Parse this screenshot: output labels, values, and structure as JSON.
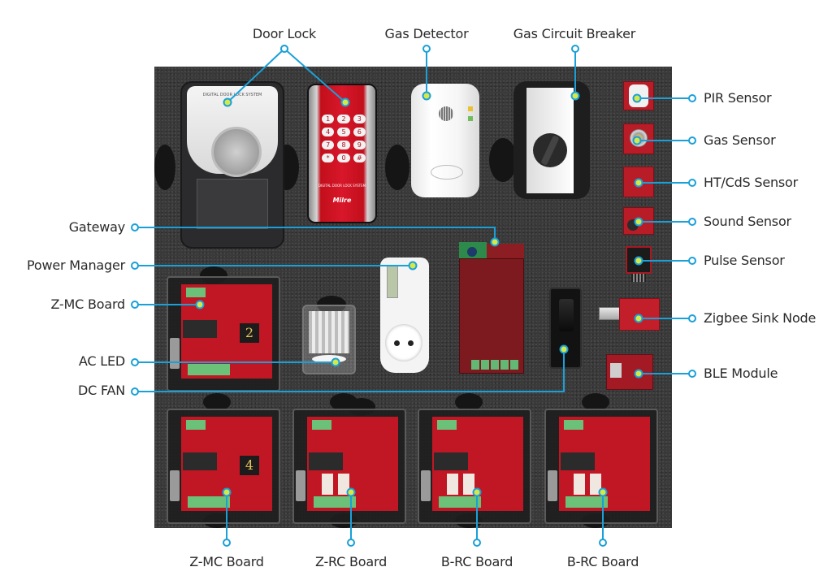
{
  "diagram": {
    "title": "IoT Smart Home Kit Components",
    "colors": {
      "leader_line": "#1aa0d8",
      "dot_fill": "#d4e84a",
      "panel": "#3b3a3a",
      "label_text": "#2a2a2a",
      "pcb_red": "#c11724"
    },
    "labels": {
      "top": [
        {
          "id": "door-lock",
          "text": "Door Lock"
        },
        {
          "id": "gas-detector",
          "text": "Gas Detector"
        },
        {
          "id": "gas-circuit-breaker",
          "text": "Gas Circuit Breaker"
        }
      ],
      "right": [
        {
          "id": "pir-sensor",
          "text": "PIR Sensor"
        },
        {
          "id": "gas-sensor",
          "text": "Gas Sensor"
        },
        {
          "id": "ht-cds-sensor",
          "text": "HT/CdS Sensor"
        },
        {
          "id": "sound-sensor",
          "text": "Sound Sensor"
        },
        {
          "id": "pulse-sensor",
          "text": "Pulse Sensor"
        },
        {
          "id": "zigbee-sink-node",
          "text": "Zigbee Sink Node"
        },
        {
          "id": "ble-module",
          "text": "BLE Module"
        }
      ],
      "left": [
        {
          "id": "gateway",
          "text": "Gateway"
        },
        {
          "id": "power-manager",
          "text": "Power Manager"
        },
        {
          "id": "z-mc-board",
          "text": "Z-MC Board"
        },
        {
          "id": "ac-led",
          "text": "AC LED"
        },
        {
          "id": "dc-fan",
          "text": "DC FAN"
        }
      ],
      "bottom": [
        {
          "id": "z-mc-board-2",
          "text": "Z-MC Board"
        },
        {
          "id": "z-rc-board",
          "text": "Z-RC Board"
        },
        {
          "id": "b-rc-board-1",
          "text": "B-RC Board"
        },
        {
          "id": "b-rc-board-2",
          "text": "B-RC Board"
        }
      ]
    },
    "device_markings": {
      "door_lock_caption": "DIGITAL DOOR LOCK SYSTEM",
      "door_lock_brand": "Milre",
      "keypad": [
        "1",
        "2",
        "3",
        "4",
        "5",
        "6",
        "7",
        "8",
        "9",
        "*",
        "0",
        "#"
      ],
      "zmc_chip_1": "2",
      "zmc_chip_2": "4"
    }
  }
}
